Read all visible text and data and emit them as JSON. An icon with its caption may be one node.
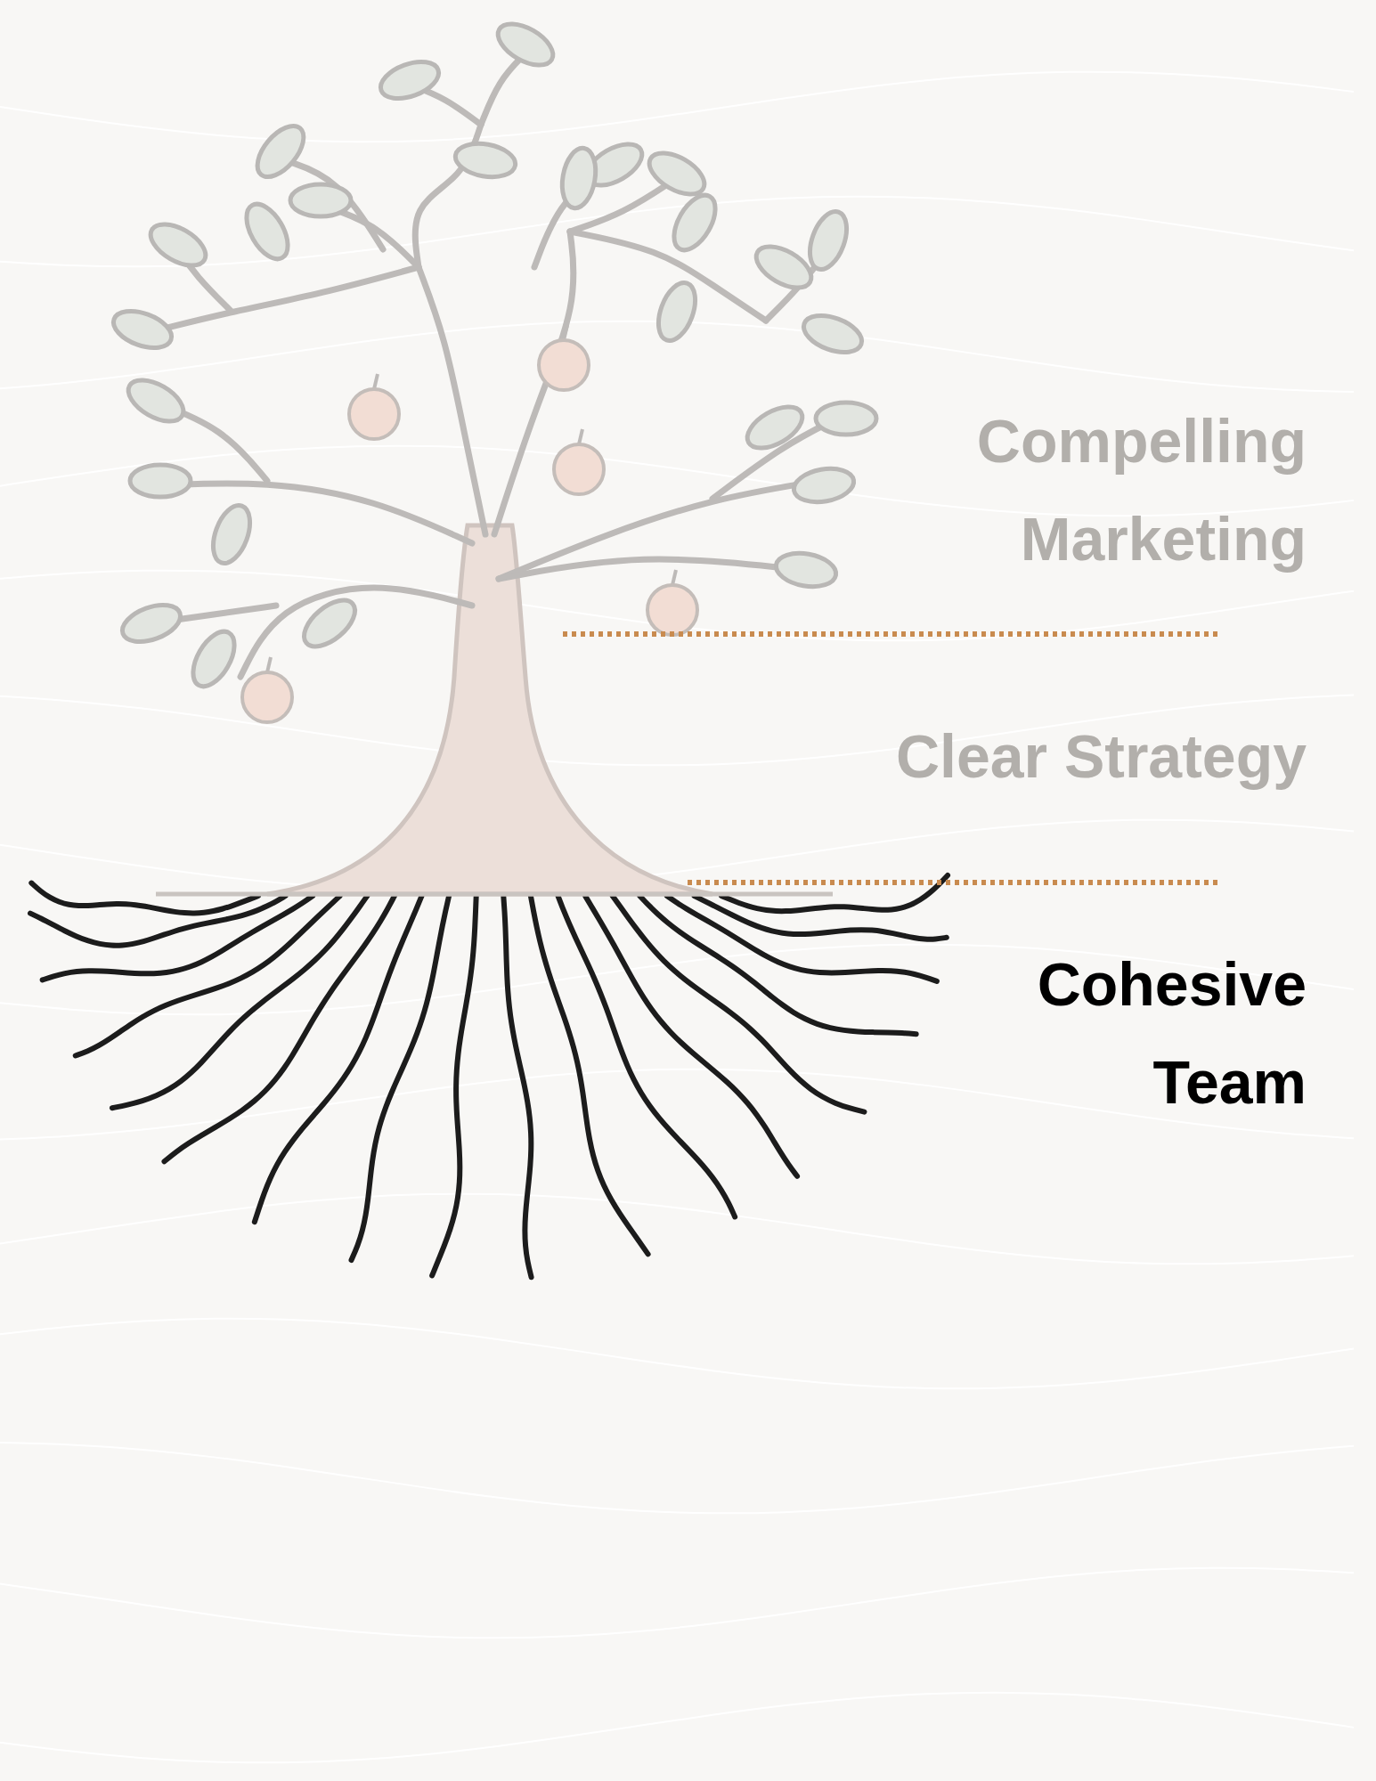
{
  "diagram": {
    "labels": [
      "Compelling Marketing",
      "Clear Strategy",
      "Cohesive Team"
    ]
  }
}
